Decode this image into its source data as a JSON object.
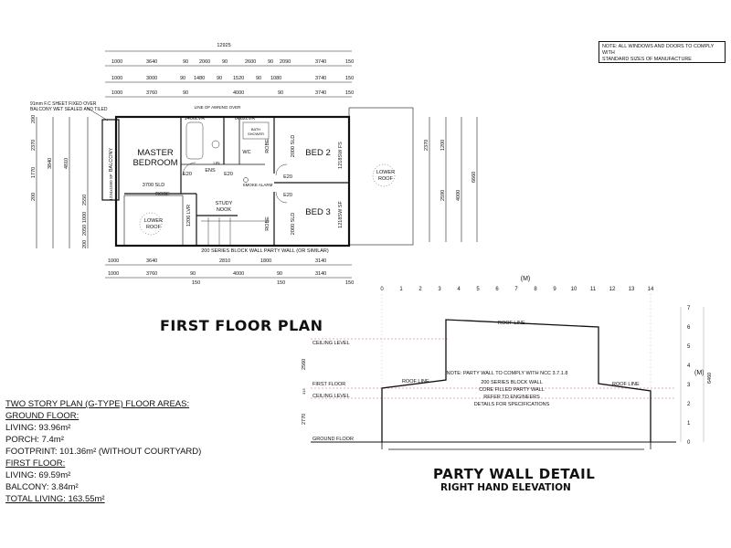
{
  "note_box": {
    "line1": "NOTE: ALL WINDOWS AND DOORS TO COMPLY WITH",
    "line2": "STANDARD SIZES OF MANUFACTURE"
  },
  "plan": {
    "title": "FIRST FLOOR PLAN",
    "overall_dim": "12925",
    "top_dims_row1": [
      "1000",
      "3640",
      "90",
      "2060",
      "90",
      "2600",
      "90",
      "2090",
      "3740",
      "150"
    ],
    "top_dims_row2": [
      "1000",
      "3000",
      "90",
      "1480",
      "90",
      "1520",
      "90",
      "1080",
      "3740",
      "150"
    ],
    "top_dims_row3": [
      "1000",
      "3760",
      "90",
      "4000",
      "90",
      "3740",
      "150"
    ],
    "bottom_dims_row1": [
      "1000",
      "3640",
      "2810",
      "1800",
      "3140"
    ],
    "bottom_dims_row2": [
      "1000",
      "3760",
      "90",
      "4000",
      "90",
      "3140"
    ],
    "bottom_dims_row3": [
      "150",
      "150",
      "150"
    ],
    "left_dims_a": [
      "200",
      "2370",
      "1770",
      "200"
    ],
    "left_dims_b": [
      "3840",
      "4810"
    ],
    "left_dims_c": [
      "2550",
      "1000",
      "2050",
      "200"
    ],
    "right_dims_a": [
      "2370",
      "1200",
      "2590",
      "4000"
    ],
    "right_dims_b": [
      "6660"
    ],
    "balcony_callout_1": "91mm F.C SHEET FIXED OVER",
    "balcony_callout_2": "BALCONY WET SEALED AND TILED",
    "rooms": {
      "master": "MASTER",
      "bedroom": "BEDROOM",
      "bed2": "BED 2",
      "bed3": "BED 3",
      "study": "STUDY",
      "nook": "NOOK",
      "balcony": "BALCONY",
      "balcony_size": "1234x1550 SF",
      "robe": "ROBE",
      "robe2": "ROBE",
      "robe3": "ROBE",
      "ens": "ENS",
      "wc": "WC",
      "lower_roof_left": "LOWER",
      "lower_roof_left2": "ROOF",
      "lower_roof_right": "LOWER",
      "lower_roof_right2": "ROOF",
      "sld1": "3700 SLD",
      "sld2": "2000 SLD",
      "sld3": "2000 SLD",
      "lvr1": "1406LVR",
      "lvr2": "0682LVR",
      "lvr3": "1206 LVR",
      "aw1": "1218SW FS",
      "aw2": "1218SW SF",
      "e20a": "E20",
      "e20b": "E20",
      "e20c": "E20",
      "e20d": "E20",
      "smoke": "SMOKE ALARM",
      "lin": "LIN",
      "line_awning": "LINE OF AWNING OVER",
      "bath": "BATH",
      "shower": "SHOWER",
      "party_wall": "200 SERIES BLOCK WALL PARTY WALL (OR SIMILAR)"
    }
  },
  "areas": {
    "heading": "TWO STORY PLAN (G-TYPE) FLOOR AREAS:",
    "ground_floor": "GROUND FLOOR:",
    "living": "LIVING: 93.96m²",
    "porch": "PORCH: 7.4m²",
    "footprint": "FOOTPRINT: 101.36m² (WITHOUT COURTYARD)",
    "first_floor": "FIRST FLOOR:",
    "living2": "LIVING: 69.59m²",
    "balcony": "BALCONY: 3.84m²",
    "total": "TOTAL LIVING: 163.55m²"
  },
  "elevation": {
    "title": "PARTY WALL DETAIL",
    "subtitle": "RIGHT HAND ELEVATION",
    "axis_unit": "(M)",
    "x_ticks": [
      "0",
      "1",
      "2",
      "3",
      "4",
      "5",
      "6",
      "7",
      "8",
      "9",
      "10",
      "11",
      "12",
      "13",
      "14"
    ],
    "y_ticks": [
      "0",
      "1",
      "2",
      "3",
      "4",
      "5",
      "6",
      "7"
    ],
    "roof_line": "ROOF LINE",
    "roof_line_left": "ROOF LINE",
    "roof_line_right": "ROOF LINE",
    "ceiling_level_top": "CEILING LEVEL",
    "first_floor": "FIRST FLOOR",
    "ceiling_level": "CEILING LEVEL",
    "ground_floor": "GROUND FLOOR",
    "dim_2560": "2560",
    "dim_315": "315",
    "dim_2770": "2770",
    "dim_6460": "6460",
    "note1": "NOTE: PARTY WALL TO COMPLY WITH NCC 3.7.1.8",
    "note2": "200 SERIES BLOCK WALL",
    "note3": "CORE FILLED PARTY WALL",
    "note4": "REFER TO ENGINEERS",
    "note5": "DETAILS FOR SPECIFICATIONS"
  }
}
